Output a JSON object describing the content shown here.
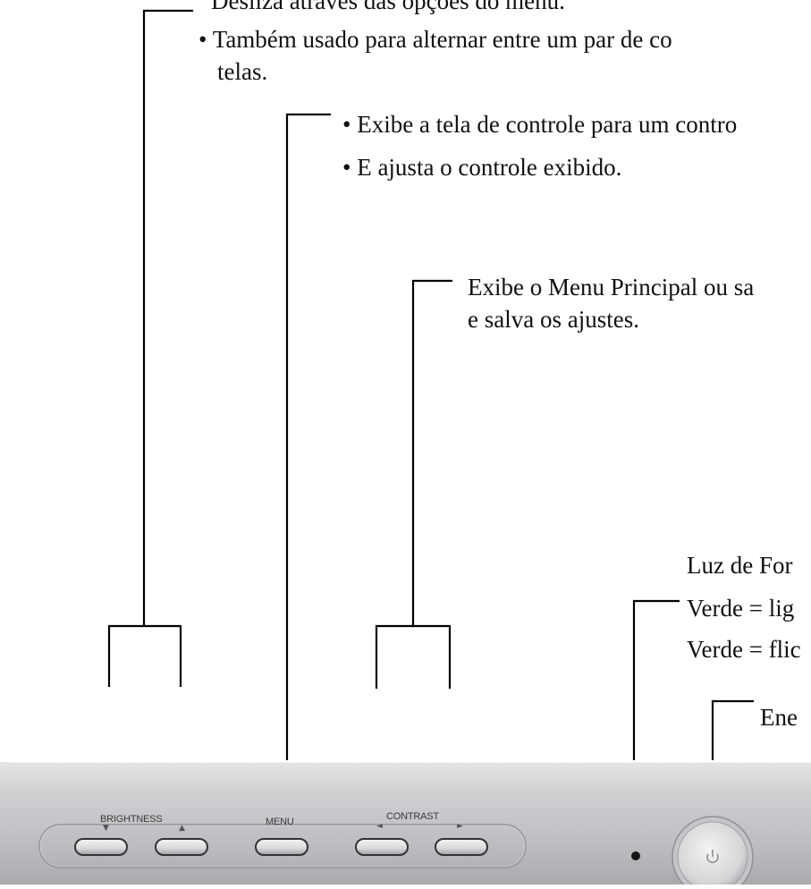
{
  "text": {
    "line1": "Desliza através das opções do menu.",
    "line2": "• Também usado para alternar entre um par de co",
    "line3": "telas.",
    "line4": "• Exibe a tela de controle para um contro",
    "line5": "• E ajusta o controle exibido.",
    "line6": "Exibe o Menu Principal ou sa",
    "line7": "e salva os ajustes.",
    "line8": "Luz de For",
    "line9": "Verde = lig",
    "line10": "Verde = flic",
    "line11": "Ene"
  },
  "panel": {
    "brightness": "BRIGHTNESS",
    "menu": "MENU",
    "contrast": "CONTRAST",
    "arrow_down": "▼",
    "arrow_up": "▲",
    "arrow_left": "◄",
    "arrow_right": "►"
  }
}
